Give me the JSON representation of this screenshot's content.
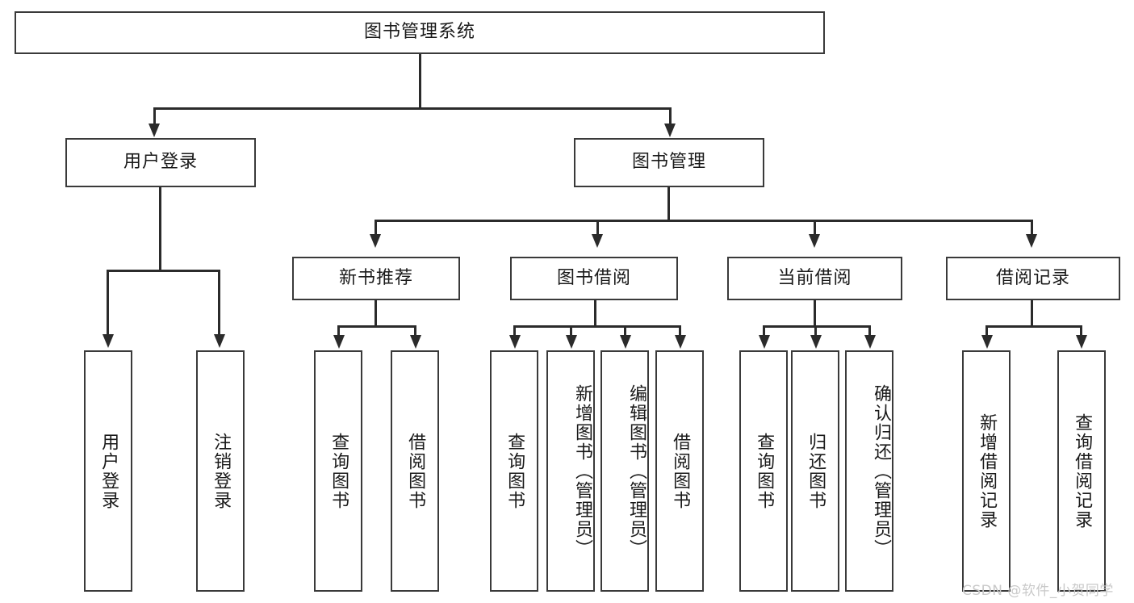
{
  "diagram": {
    "title": "图书管理系统",
    "type": "tree-hierarchy",
    "root": {
      "label": "图书管理系统"
    },
    "level1": [
      {
        "label": "用户登录"
      },
      {
        "label": "图书管理"
      }
    ],
    "level2": [
      {
        "label": "新书推荐"
      },
      {
        "label": "图书借阅"
      },
      {
        "label": "当前借阅"
      },
      {
        "label": "借阅记录"
      }
    ],
    "leaves": {
      "user_login": [
        {
          "label": "用户登录"
        },
        {
          "label": "注销登录"
        }
      ],
      "new_book_recommend": [
        {
          "label": "查询图书"
        },
        {
          "label": "借阅图书"
        }
      ],
      "book_borrow": [
        {
          "label": "查询图书"
        },
        {
          "label": "新增图书（管理员）"
        },
        {
          "label": "编辑图书（管理员）"
        },
        {
          "label": "借阅图书"
        }
      ],
      "current_borrow": [
        {
          "label": "查询图书"
        },
        {
          "label": "归还图书"
        },
        {
          "label": "确认归还（管理员）"
        }
      ],
      "borrow_record": [
        {
          "label": "新增借阅记录"
        },
        {
          "label": "查询借阅记录"
        }
      ]
    }
  },
  "watermark": {
    "text": "CSDN @软件_小贺同学"
  },
  "colors": {
    "border": "#3a3a3a",
    "line": "#2b2b2b",
    "text": "#1a1a1a",
    "background": "#ffffff",
    "watermark": "#c9c9c9"
  }
}
